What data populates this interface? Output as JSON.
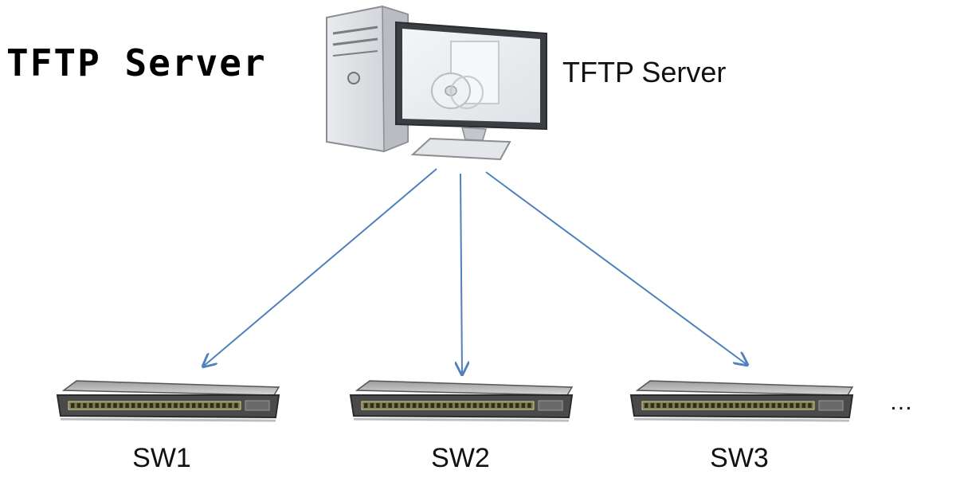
{
  "diagram": {
    "title": "TFTP Server",
    "server": {
      "label": "TFTP Server",
      "icon": "computer-icon"
    },
    "switches": [
      {
        "id": "sw1",
        "label": "SW1",
        "icon": "network-switch-icon"
      },
      {
        "id": "sw2",
        "label": "SW2",
        "icon": "network-switch-icon"
      },
      {
        "id": "sw3",
        "label": "SW3",
        "icon": "network-switch-icon"
      }
    ],
    "more_indicator": "…",
    "edges": [
      {
        "from": "server",
        "to": "sw1"
      },
      {
        "from": "server",
        "to": "sw2"
      },
      {
        "from": "server",
        "to": "sw3"
      }
    ],
    "colors": {
      "arrow": "#4f81bd"
    }
  }
}
